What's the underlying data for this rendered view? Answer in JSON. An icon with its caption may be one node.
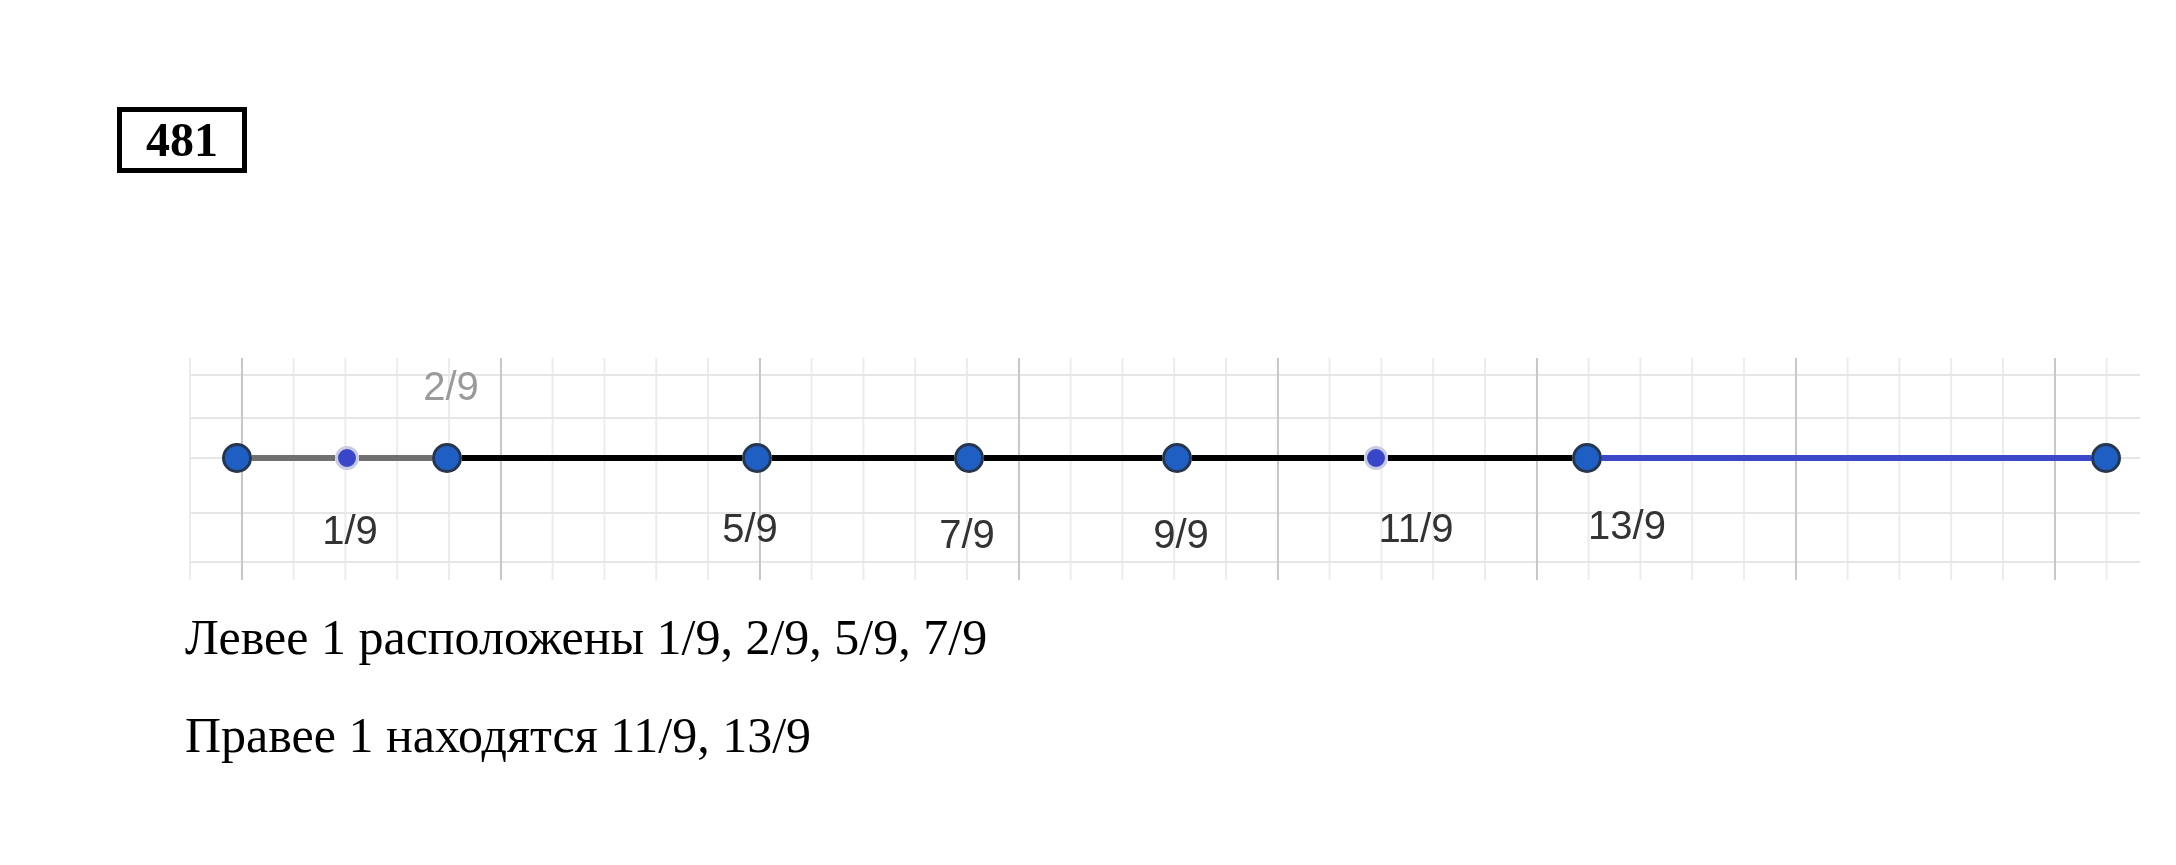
{
  "diagram": {
    "nodes": [
      {
        "text": [
          "481"
        ]
      },
      {
        "text": [],
        "shape": "circle"
      },
      {
        "text": [],
        "shape": "circle",
        "beside": [
          "1/9"
        ]
      },
      {
        "text": [],
        "shape": "circle",
        "beside": [
          "2/9"
        ]
      },
      {
        "text": [],
        "shape": "circle",
        "beside": [
          "5/9"
        ]
      },
      {
        "text": [],
        "shape": "circle",
        "beside": [
          "7/9"
        ]
      },
      {
        "text": [],
        "shape": "circle",
        "beside": [
          "9/9"
        ]
      },
      {
        "text": [],
        "shape": "circle",
        "beside": [
          "11/9"
        ]
      },
      {
        "text": [],
        "shape": "circle",
        "beside": [
          "13/9"
        ]
      },
      {
        "text": [],
        "shape": "circle"
      }
    ],
    "edges": [
      {
        "from": 1,
        "to": 2,
        "arrow": "none",
        "color": "#707070"
      },
      {
        "from": 2,
        "to": 3,
        "arrow": "none",
        "color": "#707070"
      },
      {
        "from": 3,
        "to": 4,
        "arrow": "none"
      },
      {
        "from": 4,
        "to": 5,
        "arrow": "none"
      },
      {
        "from": 5,
        "to": 6,
        "arrow": "none"
      },
      {
        "from": 6,
        "to": 7,
        "arrow": "none"
      },
      {
        "from": 7,
        "to": 8,
        "arrow": "none"
      },
      {
        "from": 8,
        "to": 9,
        "arrow": "none",
        "color": "#3b48c8"
      }
    ],
    "labels": [
      "Левее 1 расположены 1/9, 2/9, 5/9, 7/9",
      "Правее 1 находятся 11/9, 13/9"
    ]
  }
}
